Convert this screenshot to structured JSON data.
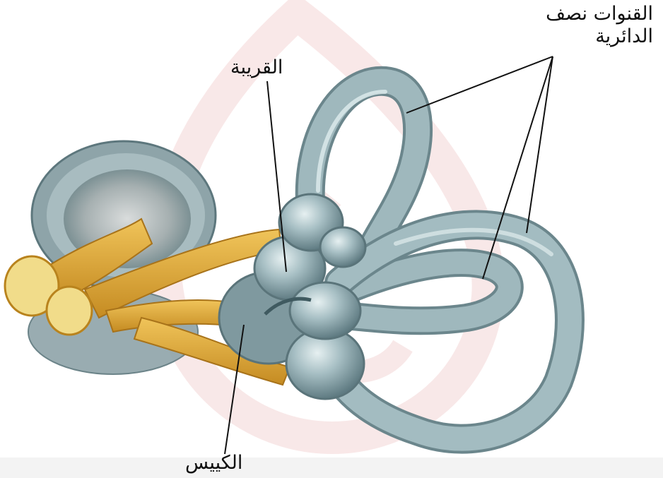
{
  "labels": {
    "semicircular_canals_line1": "القنوات نصف",
    "semicircular_canals_line2": "الدائرية",
    "utricle": "القريبة",
    "saccule": "الكييس"
  },
  "colors": {
    "canal_fill": "#9fb8bd",
    "canal_edge": "#6b868c",
    "canal_highlight": "#dfeced",
    "nerve": "#e6b13c",
    "nerve_dark": "#b9831d",
    "nerve_cut": "#f1dc8a",
    "cochlea_fill": "#b7c7c9",
    "watermark": "#f4d6d6",
    "leader_line": "#111111"
  }
}
